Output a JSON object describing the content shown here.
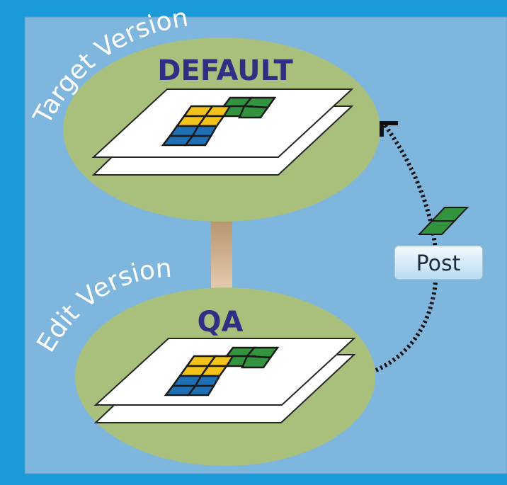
{
  "diagram": {
    "target_version_label": "Target Version",
    "target_version_name": "DEFAULT",
    "edit_version_label": "Edit Version",
    "edit_version_name": "QA",
    "post_label": "Post"
  },
  "colors": {
    "outer_background": "#1a9ad8",
    "panel_background": "#7fb6dd",
    "ellipse_fill": "#a9c07d",
    "title_text": "#2e3084",
    "connector": "#c6a883",
    "tile_yellow": "#f3c21b",
    "tile_green": "#33943f",
    "tile_blue": "#1f6fb5",
    "post_button": "#d7ecf8",
    "arrow": "#111111"
  },
  "icons": [
    "layer-stack-icon",
    "map-tiles-icon",
    "edit-tile-icon",
    "arrowhead-icon"
  ]
}
